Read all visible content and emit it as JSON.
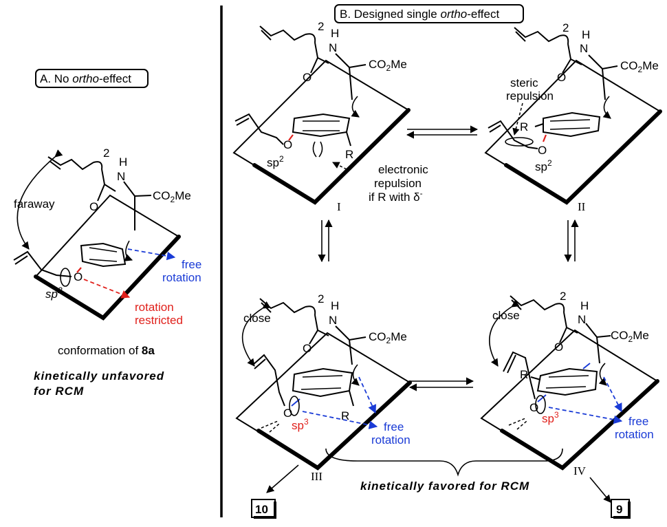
{
  "panel_a": {
    "header": "A. No ortho-effect",
    "header_pre": "A. No ",
    "header_it": "ortho",
    "header_post": "-effect",
    "faraway": "faraway",
    "two": "2",
    "H": "H",
    "N": "N",
    "O": "O",
    "ester": "CO2Me",
    "ester_main": "CO",
    "ester_sub": "2",
    "ester_tail": "Me",
    "O_phenol": "O",
    "sp": "sp",
    "sp_sup": "2",
    "free": "free",
    "rotation": "rotation",
    "rotation_w": "rotation",
    "restricted": "restricted",
    "caption_pre": "conformation of ",
    "caption_bold": "8a",
    "kin1": "kinetically unfavored",
    "kin2": "for RCM"
  },
  "panel_b": {
    "header_pre": "B. Designed single ",
    "header_it": "ortho",
    "header_post": "-effect",
    "two": "2",
    "H": "H",
    "N": "N",
    "O": "O",
    "ester_main": "CO",
    "ester_sub": "2",
    "ester_tail": "Me",
    "R": "R",
    "sp": "sp",
    "sp2_sup": "2",
    "sp3_sup": "3",
    "electronic": "electronic",
    "repulsion": "repulsion",
    "if_r": "if R with δ",
    "if_r_sup": "-",
    "steric": "steric",
    "steric_rep": "repulsion",
    "close": "close",
    "free": "free",
    "rotation": "rotation",
    "label_I": "I",
    "label_II": "II",
    "label_III": "III",
    "label_IV": "IV",
    "kin_fav": "kinetically favored for RCM",
    "prod_10": "10",
    "prod_9": "9"
  },
  "colors": {
    "blue": "#1a3bd6",
    "red": "#e0201b",
    "black": "#000000"
  }
}
